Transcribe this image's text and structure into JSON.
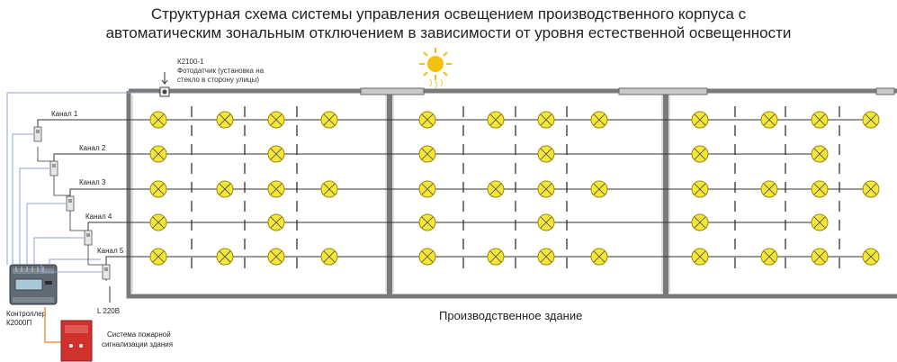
{
  "title": {
    "line1": "Структурная схема системы управления освещением производственного корпуса с",
    "line2": "автоматическим зональным отключением в зависимости от уровня естественной освещенности"
  },
  "sensor": {
    "id": "К2100-1",
    "desc_line1": "Фотодатчик (установка на",
    "desc_line2": "стекло в сторону улицы)"
  },
  "channels": [
    {
      "label": "Канал 1",
      "lamps_per_zone": 4
    },
    {
      "label": "Канал 2",
      "lamps_per_zone": 2
    },
    {
      "label": "Канал 3",
      "lamps_per_zone": 4
    },
    {
      "label": "Канал 4",
      "lamps_per_zone": 2
    },
    {
      "label": "Канал 5",
      "lamps_per_zone": 4
    }
  ],
  "zones_count": 3,
  "building_label": "Производственное здание",
  "controller": {
    "line1": "Контроллер",
    "line2": "К2000П"
  },
  "power_label": "L 220В",
  "fire_system": {
    "line1": "Система пожарной",
    "line2": "сигнализации здания"
  },
  "colors": {
    "lamp_fill": "#f5e63a",
    "lamp_stroke": "#9a8a00",
    "wall": "#7a7a7a",
    "wire": "#8fa5d6",
    "fire_line": "#e8964a",
    "fire_panel": "#d0312d",
    "sun": "#f4c20d"
  },
  "icons": [
    "sun-icon",
    "lamp-icon",
    "controller-icon",
    "fire-panel-icon",
    "photo-sensor-icon",
    "relay-icon"
  ]
}
